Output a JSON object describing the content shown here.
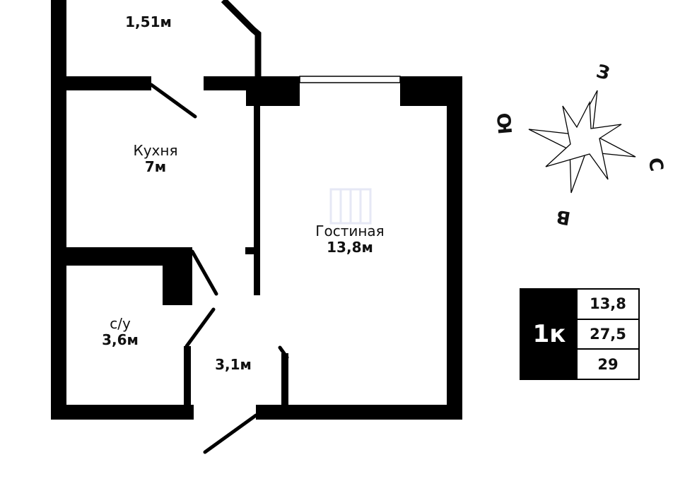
{
  "rooms": {
    "balcony": {
      "area": "1,51м"
    },
    "kitchen": {
      "name": "Кухня",
      "area": "7м"
    },
    "living": {
      "name": "Гостиная",
      "area": "13,8м"
    },
    "bathroom": {
      "name": "с/у",
      "area": "3,6м"
    },
    "hall": {
      "area": "3,1м"
    }
  },
  "compass": {
    "north": "С",
    "south": "Ю",
    "east": "В",
    "west": "З"
  },
  "summary": {
    "rooms_label": "1к",
    "living_area": "13,8",
    "total_area": "27,5",
    "floor_area": "29"
  },
  "colors": {
    "wall": "#000000",
    "background": "#ffffff",
    "text": "#111111"
  }
}
